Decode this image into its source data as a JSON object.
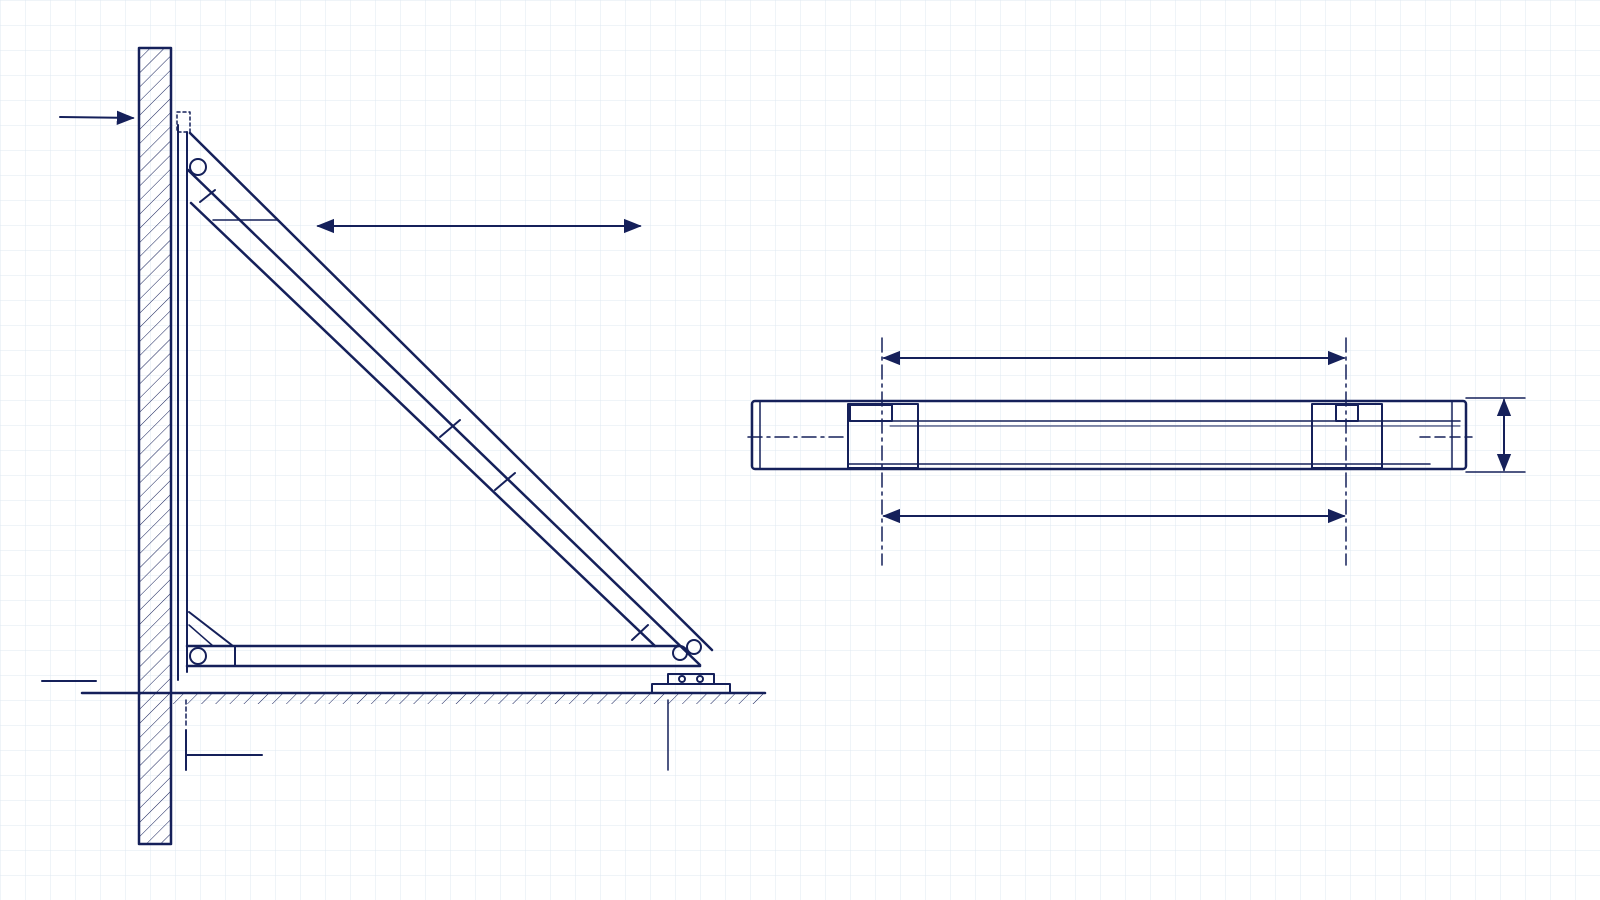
{
  "sheet": {
    "background_color": "#ffffff",
    "grid_color": "#dfe8f2",
    "ink_color": "#15205a"
  },
  "views": [
    {
      "id": "side-elevation",
      "description_shown": false,
      "parts": [
        "wall",
        "vertical-member",
        "horizontal-member",
        "diagonal-brace",
        "pivot-pins",
        "floor-line",
        "base-plate"
      ],
      "dimension_arrows": 1,
      "reference_arrows": 3
    },
    {
      "id": "top-plan",
      "description_shown": false,
      "parts": [
        "rail-bar",
        "end-blocks",
        "center-lines"
      ],
      "dimension_arrows": 3
    }
  ]
}
